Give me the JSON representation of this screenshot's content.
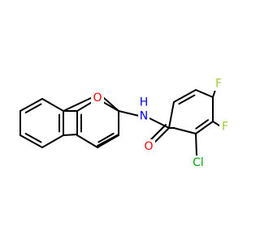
{
  "molecule": {
    "atom_labels": {
      "oxygen_ring": "O",
      "nitrogen_amide": "N",
      "hydrogen_amide": "H",
      "oxygen_carbonyl": "O",
      "chlorine": "Cl",
      "fluorine_top": "F",
      "fluorine_right": "F"
    }
  },
  "colors": {
    "bond": "#000000",
    "oxygen": "#ff0000",
    "nitrogen": "#0000ff",
    "chlorine": "#00aa00",
    "fluorine": "#9acd32",
    "background": "#ffffff"
  }
}
